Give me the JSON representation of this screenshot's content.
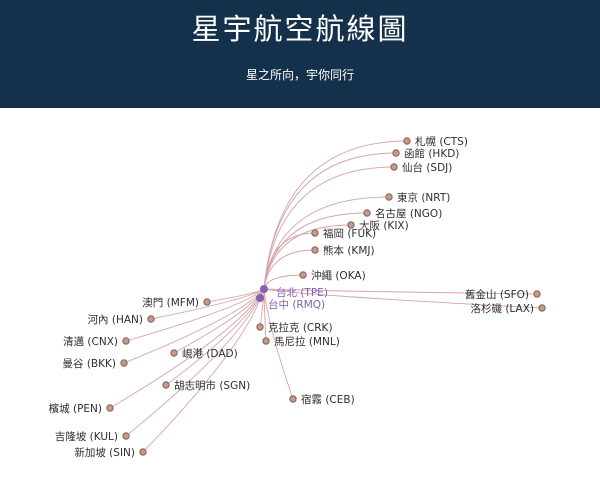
{
  "header": {
    "title": "星宇航空航線圖",
    "slogan": "星之所向，宇你同行"
  },
  "colors": {
    "header_bg": "#15304a",
    "route_line": "#d7a3a7",
    "city_dot_fill": "#c79b8c",
    "city_dot_stroke": "#8f6b5d",
    "hub_dot": "#7f63b3",
    "hub_label": "#7f63b3",
    "city_label": "#2f2f2f"
  },
  "hubs": [
    {
      "id": "TPE",
      "label": "台北 (TPE)"
    },
    {
      "id": "RMQ",
      "label": "台中 (RMQ)"
    }
  ],
  "destinations": [
    {
      "id": "CTS",
      "label": "札幌 (CTS)",
      "hub": "TPE"
    },
    {
      "id": "HKD",
      "label": "函館 (HKD)",
      "hub": "TPE"
    },
    {
      "id": "SDJ",
      "label": "仙台 (SDJ)",
      "hub": "TPE"
    },
    {
      "id": "NRT",
      "label": "東京 (NRT)",
      "hub": "TPE"
    },
    {
      "id": "NGO",
      "label": "名古屋 (NGO)",
      "hub": "TPE"
    },
    {
      "id": "KIX",
      "label": "大阪 (KIX)",
      "hub": "TPE"
    },
    {
      "id": "FUK",
      "label": "福岡 (FUK)",
      "hub": "TPE"
    },
    {
      "id": "KMJ",
      "label": "熊本 (KMJ)",
      "hub": "TPE"
    },
    {
      "id": "OKA",
      "label": "沖繩 (OKA)",
      "hub": "TPE"
    },
    {
      "id": "SFO",
      "label": "舊金山 (SFO)",
      "hub": "TPE"
    },
    {
      "id": "LAX",
      "label": "洛杉磯 (LAX)",
      "hub": "TPE"
    },
    {
      "id": "MFM",
      "label": "澳門 (MFM)",
      "hub": "TPE"
    },
    {
      "id": "HAN",
      "label": "河內 (HAN)",
      "hub": "TPE"
    },
    {
      "id": "CNX",
      "label": "清邁 (CNX)",
      "hub": "TPE"
    },
    {
      "id": "BKK",
      "label": "曼谷 (BKK)",
      "hub": "TPE"
    },
    {
      "id": "DAD",
      "label": "峴港 (DAD)",
      "hub": "TPE"
    },
    {
      "id": "SGN",
      "label": "胡志明市 (SGN)",
      "hub": "TPE"
    },
    {
      "id": "PEN",
      "label": "檳城 (PEN)",
      "hub": "TPE"
    },
    {
      "id": "KUL",
      "label": "吉隆坡 (KUL)",
      "hub": "TPE"
    },
    {
      "id": "SIN",
      "label": "新加坡 (SIN)",
      "hub": "TPE"
    },
    {
      "id": "CRK",
      "label": "克拉克 (CRK)",
      "hub": "TPE"
    },
    {
      "id": "MNL",
      "label": "馬尼拉 (MNL)",
      "hub": "TPE"
    },
    {
      "id": "CEB",
      "label": "宿霧 (CEB)",
      "hub": "TPE"
    }
  ]
}
